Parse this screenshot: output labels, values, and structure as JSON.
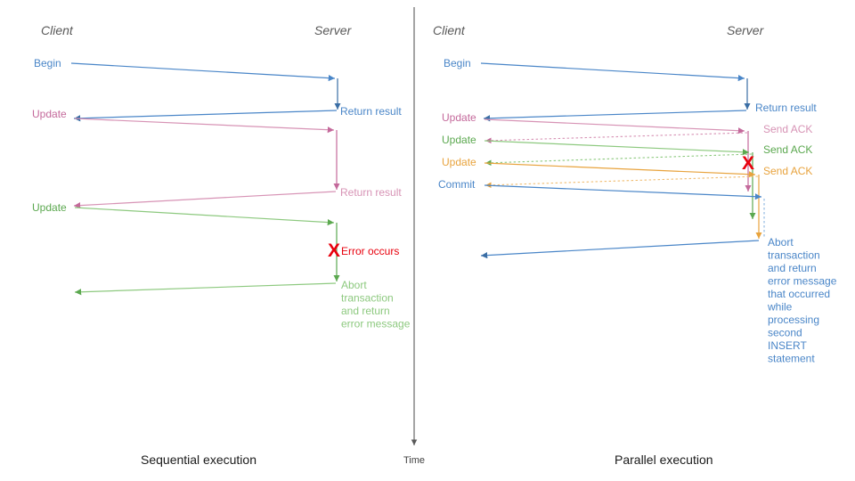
{
  "colors": {
    "blue": "#4a86c8",
    "blue_dark": "#3a6ea5",
    "pink": "#c4699b",
    "pink_light": "#d793b5",
    "green": "#5ba84f",
    "green_light": "#8dc97f",
    "orange": "#e8a33d",
    "red": "#e8000d",
    "grey": "#595959",
    "black": "#1a1a1a"
  },
  "time_axis": {
    "label": "Time"
  },
  "panels": [
    {
      "id": "sequential",
      "caption": "Sequential execution",
      "headers": {
        "client": "Client",
        "server": "Server"
      },
      "messages": [
        {
          "name": "begin",
          "label": "Begin",
          "color": "blue"
        },
        {
          "name": "return-result-1",
          "label": "Return result",
          "color": "blue"
        },
        {
          "name": "update-1",
          "label": "Update",
          "color": "pink"
        },
        {
          "name": "return-result-2",
          "label": "Return result",
          "color": "pink"
        },
        {
          "name": "update-2",
          "label": "Update",
          "color": "green"
        },
        {
          "name": "abort",
          "label": "Abort\ntransaction\nand return\nerror message",
          "color": "green"
        }
      ],
      "error": {
        "glyph": "X",
        "label": "Error occurs"
      }
    },
    {
      "id": "parallel",
      "caption": "Parallel execution",
      "headers": {
        "client": "Client",
        "server": "Server"
      },
      "messages": [
        {
          "name": "begin",
          "label": "Begin",
          "color": "blue"
        },
        {
          "name": "return-result",
          "label": "Return result",
          "color": "blue"
        },
        {
          "name": "update-1",
          "label": "Update",
          "color": "pink"
        },
        {
          "name": "send-ack-1",
          "label": "Send ACK",
          "color": "pink"
        },
        {
          "name": "update-2",
          "label": "Update",
          "color": "green"
        },
        {
          "name": "send-ack-2",
          "label": "Send ACK",
          "color": "green"
        },
        {
          "name": "update-3",
          "label": "Update",
          "color": "orange"
        },
        {
          "name": "send-ack-3",
          "label": "Send ACK",
          "color": "orange"
        },
        {
          "name": "commit",
          "label": "Commit",
          "color": "blue"
        },
        {
          "name": "abort",
          "label": "Abort\ntransaction\nand return\nerror message\nthat occurred\nwhile\nprocessing\nsecond\nINSERT\nstatement",
          "color": "blue"
        }
      ],
      "error": {
        "glyph": "X",
        "label": ""
      }
    }
  ]
}
